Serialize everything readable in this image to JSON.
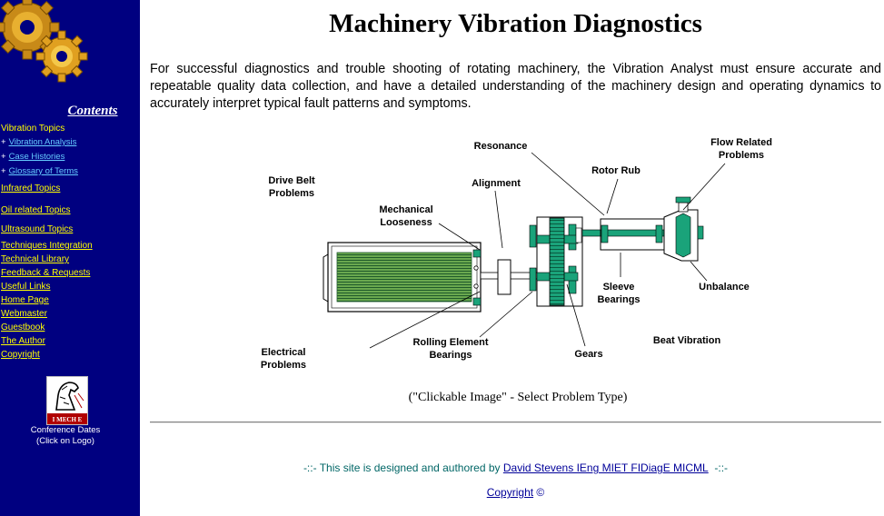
{
  "page": {
    "title": "Machinery Vibration Diagnostics",
    "intro": "For successful diagnostics and trouble shooting of rotating machinery, the Vibration Analyst must ensure accurate and repeatable quality data collection, and have a detailed understanding of the machinery design and operating dynamics to accurately interpret typical fault patterns and symptoms.",
    "caption": "(\"Clickable Image\" - Select Problem Type)"
  },
  "sidebar": {
    "contents_title": "Contents",
    "vibration_topics": "Vibration Topics",
    "sub_marker": "+",
    "sub_items": [
      "Vibration Analysis",
      "Case Histories",
      "Glossary of Terms"
    ],
    "topic_links": [
      "Infrared Topics",
      "Oil related Topics",
      "Ultrasound Topics"
    ],
    "links": [
      "Techniques Integration",
      "Technical Library",
      "Feedback & Requests",
      "Useful Links",
      "Home Page",
      "Webmaster",
      "Guestbook",
      "The Author",
      "Copyright"
    ],
    "conference_line1": "Conference Dates",
    "conference_line2": "(Click on Logo)",
    "logo_text": "I MECH E"
  },
  "diagram": {
    "labels": {
      "resonance": "Resonance",
      "flow1": "Flow Related",
      "flow2": "Problems",
      "rotor_rub": "Rotor Rub",
      "alignment": "Alignment",
      "drive1": "Drive Belt",
      "drive2": "Problems",
      "mech1": "Mechanical",
      "mech2": "Looseness",
      "sleeve1": "Sleeve",
      "sleeve2": "Bearings",
      "unbalance": "Unbalance",
      "elec1": "Electrical",
      "elec2": "Problems",
      "roll1": "Rolling Element",
      "roll2": "Bearings",
      "gears": "Gears",
      "beat": "Beat Vibration"
    },
    "accent_color": "#1aa37a"
  },
  "footer": {
    "prefix": "-::- This site is designed and authored by",
    "author_link": "David Stevens IEng MIET FIDiagE MICML",
    "suffix": "-::-",
    "copyright_link": "Copyright",
    "copyright_symbol": "©"
  }
}
